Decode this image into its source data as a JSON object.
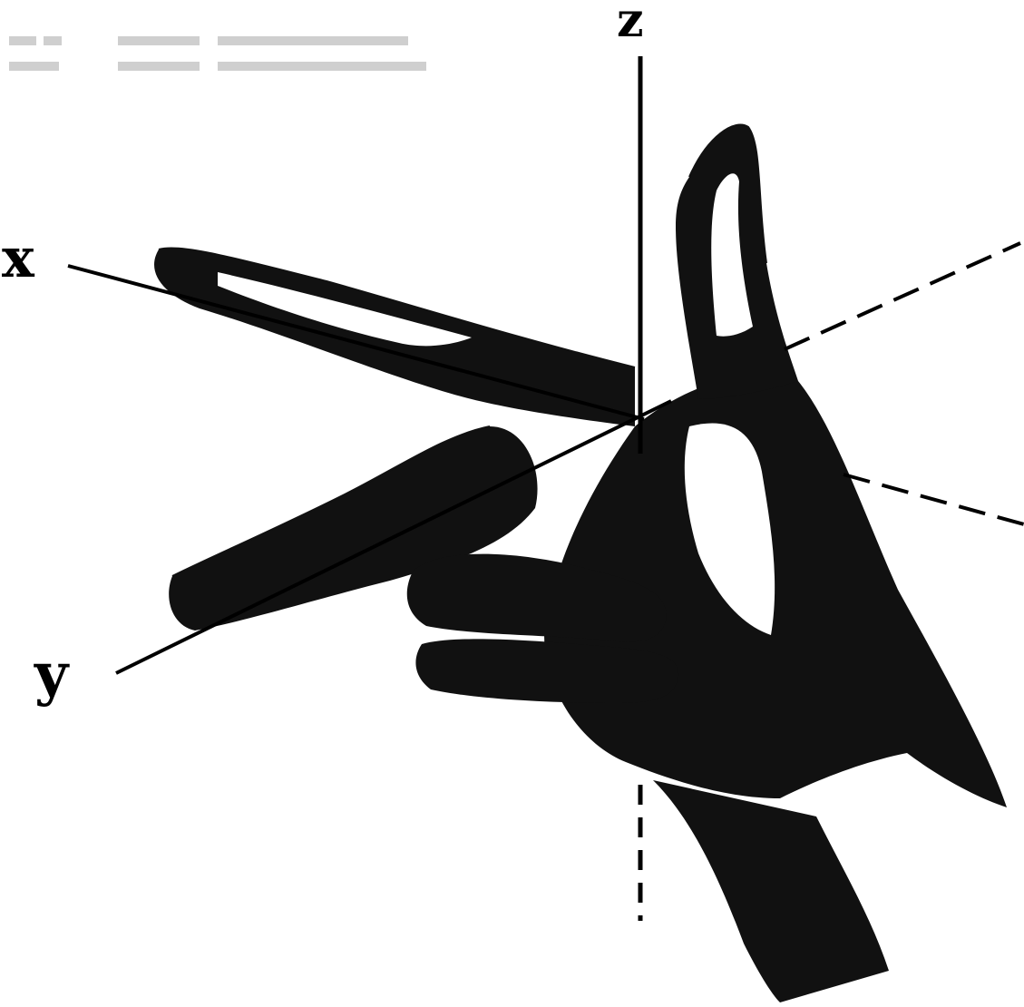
{
  "axes": {
    "x": {
      "label": "x"
    },
    "y": {
      "label": "y"
    },
    "z": {
      "label": "z"
    }
  },
  "colors": {
    "ink": "#000000",
    "background": "#ffffff",
    "faint_bleedthrough": "#cfcfcf"
  }
}
